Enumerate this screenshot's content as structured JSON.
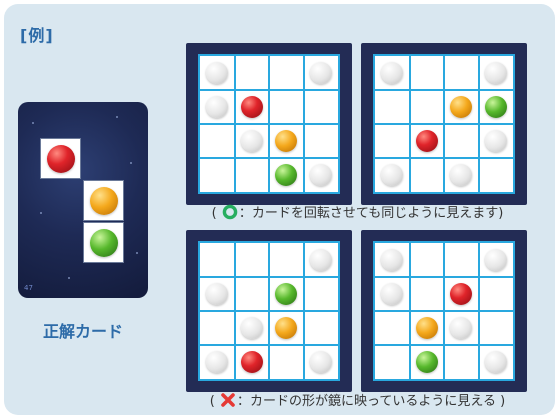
{
  "title": "[例]",
  "card": {
    "label": "正解カード",
    "number": "47",
    "balls": [
      "red",
      "orange",
      "green"
    ]
  },
  "captions": {
    "correct_open": "(",
    "correct_text": "：カードを回転させても同じように見えます)",
    "wrong_open": "(",
    "wrong_text": "：カードの形が鏡に映っているように見える )"
  },
  "boards": [
    {
      "id": "correct-1",
      "balls": [
        {
          "r": 0,
          "c": 0,
          "color": "white"
        },
        {
          "r": 0,
          "c": 3,
          "color": "white"
        },
        {
          "r": 1,
          "c": 0,
          "color": "white"
        },
        {
          "r": 1,
          "c": 1,
          "color": "red"
        },
        {
          "r": 2,
          "c": 1,
          "color": "white"
        },
        {
          "r": 2,
          "c": 2,
          "color": "orange"
        },
        {
          "r": 3,
          "c": 2,
          "color": "green"
        },
        {
          "r": 3,
          "c": 3,
          "color": "white"
        }
      ]
    },
    {
      "id": "correct-2",
      "balls": [
        {
          "r": 0,
          "c": 0,
          "color": "white"
        },
        {
          "r": 0,
          "c": 3,
          "color": "white"
        },
        {
          "r": 1,
          "c": 2,
          "color": "orange"
        },
        {
          "r": 1,
          "c": 3,
          "color": "green"
        },
        {
          "r": 2,
          "c": 1,
          "color": "red"
        },
        {
          "r": 2,
          "c": 3,
          "color": "white"
        },
        {
          "r": 3,
          "c": 0,
          "color": "white"
        },
        {
          "r": 3,
          "c": 2,
          "color": "white"
        }
      ]
    },
    {
      "id": "wrong-1",
      "balls": [
        {
          "r": 0,
          "c": 3,
          "color": "white"
        },
        {
          "r": 1,
          "c": 0,
          "color": "white"
        },
        {
          "r": 1,
          "c": 2,
          "color": "green"
        },
        {
          "r": 2,
          "c": 1,
          "color": "white"
        },
        {
          "r": 2,
          "c": 2,
          "color": "orange"
        },
        {
          "r": 3,
          "c": 0,
          "color": "white"
        },
        {
          "r": 3,
          "c": 1,
          "color": "red"
        },
        {
          "r": 3,
          "c": 3,
          "color": "white"
        }
      ]
    },
    {
      "id": "wrong-2",
      "balls": [
        {
          "r": 0,
          "c": 0,
          "color": "white"
        },
        {
          "r": 0,
          "c": 3,
          "color": "white"
        },
        {
          "r": 1,
          "c": 0,
          "color": "white"
        },
        {
          "r": 1,
          "c": 2,
          "color": "red"
        },
        {
          "r": 2,
          "c": 1,
          "color": "orange"
        },
        {
          "r": 2,
          "c": 2,
          "color": "white"
        },
        {
          "r": 3,
          "c": 1,
          "color": "green"
        },
        {
          "r": 3,
          "c": 3,
          "color": "white"
        }
      ]
    }
  ],
  "colors": {
    "accent": "#2d6ba8",
    "panel": "#d9e7f0",
    "grid_line": "#29a8df",
    "board_frame": "#232c55",
    "correct_mark": "#27ae60",
    "wrong_mark": "#e53935"
  },
  "icons": {
    "correct": "circle-icon",
    "wrong": "cross-icon"
  }
}
